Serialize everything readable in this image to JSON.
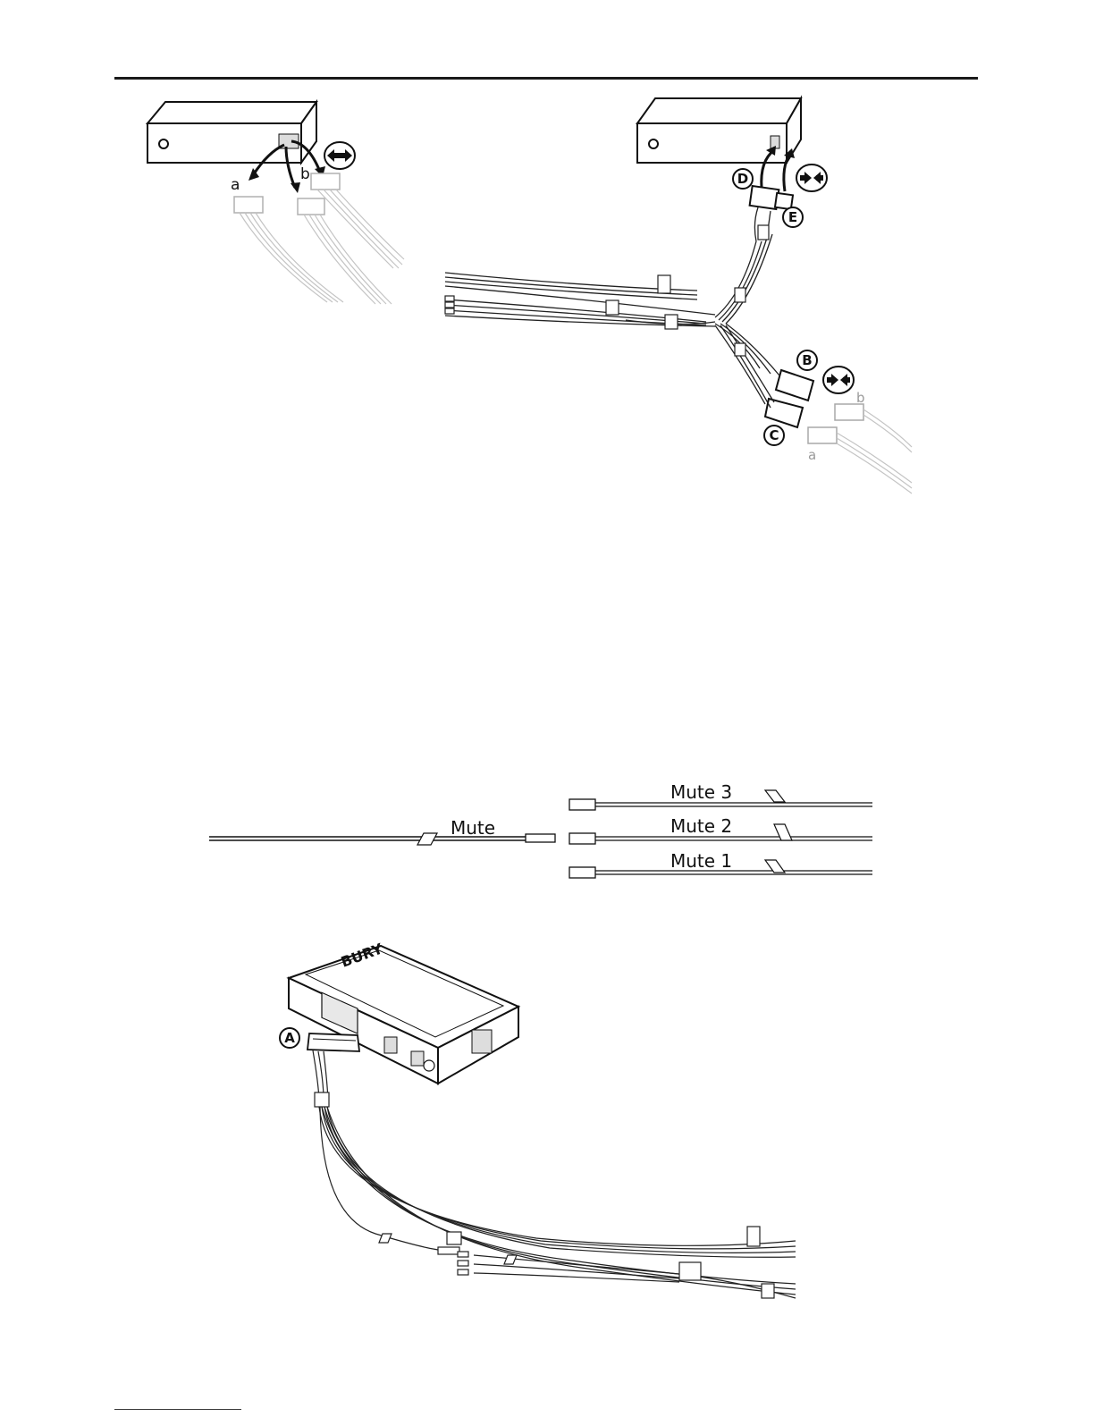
{
  "figure1": {
    "label_a": "a",
    "label_b": "b"
  },
  "figure2": {
    "badges": [
      "D",
      "E",
      "B",
      "C"
    ],
    "label_a": "a",
    "label_b": "b"
  },
  "figure3": {
    "mute_main": "Mute",
    "mute_lines": [
      "Mute 3",
      "Mute 2",
      "Mute 1"
    ]
  },
  "figure4": {
    "badge": "A",
    "brand": "BURY"
  }
}
